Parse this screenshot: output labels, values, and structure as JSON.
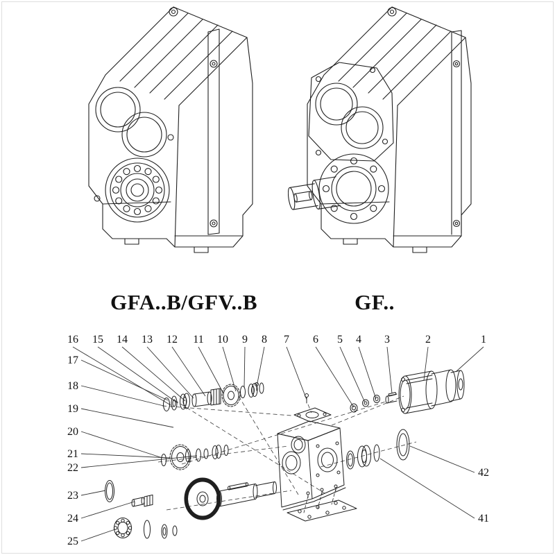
{
  "sheet": {
    "bg_color": "#ffffff",
    "line_color": "#1f1f1f"
  },
  "models": [
    {
      "id": "gfab-gfvb",
      "label": "GFA..B/GFV..B"
    },
    {
      "id": "gf",
      "label": "GF.."
    }
  ],
  "exploded": {
    "top_numbers": [
      "16",
      "15",
      "14",
      "13",
      "12",
      "11",
      "10",
      "9",
      "8",
      "7",
      "6",
      "5",
      "4",
      "3",
      "2",
      "1"
    ],
    "left_numbers": [
      "17",
      "18",
      "19",
      "20",
      "21",
      "22",
      "23",
      "24",
      "25"
    ],
    "right_numbers": [
      "42",
      "41"
    ]
  }
}
